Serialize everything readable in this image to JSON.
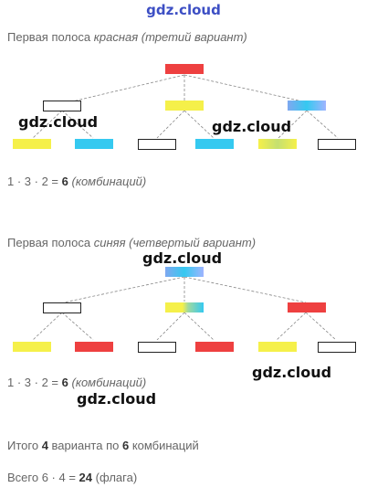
{
  "site_title": "gdz.cloud",
  "watermark": "gdz.cloud",
  "section1": {
    "caption_plain": "Первая полоса ",
    "caption_italic": "красная (третий вариант)",
    "formula_expr": "1 · 3 · 2 = ",
    "formula_result": "6",
    "formula_note": "(комбинаций)"
  },
  "section2": {
    "caption_plain": "Первая полоса ",
    "caption_italic": "синяя (четвертый вариант)",
    "formula_expr": "1 · 3 · 2 = ",
    "formula_result": "6",
    "formula_note": "(комбинаций)"
  },
  "summary": {
    "line1_a": "Итого ",
    "line1_num1": "4",
    "line1_b": " варианта по ",
    "line1_num2": "6",
    "line1_c": " комбинаций",
    "line2_a": "Всего 6 · 4 = ",
    "line2_num": "24",
    "line2_b": " (флага)"
  },
  "colors": {
    "red": "#ee4040",
    "yellow": "#f5f04a",
    "blue": "#35c9f0",
    "white": "#ffffff"
  }
}
